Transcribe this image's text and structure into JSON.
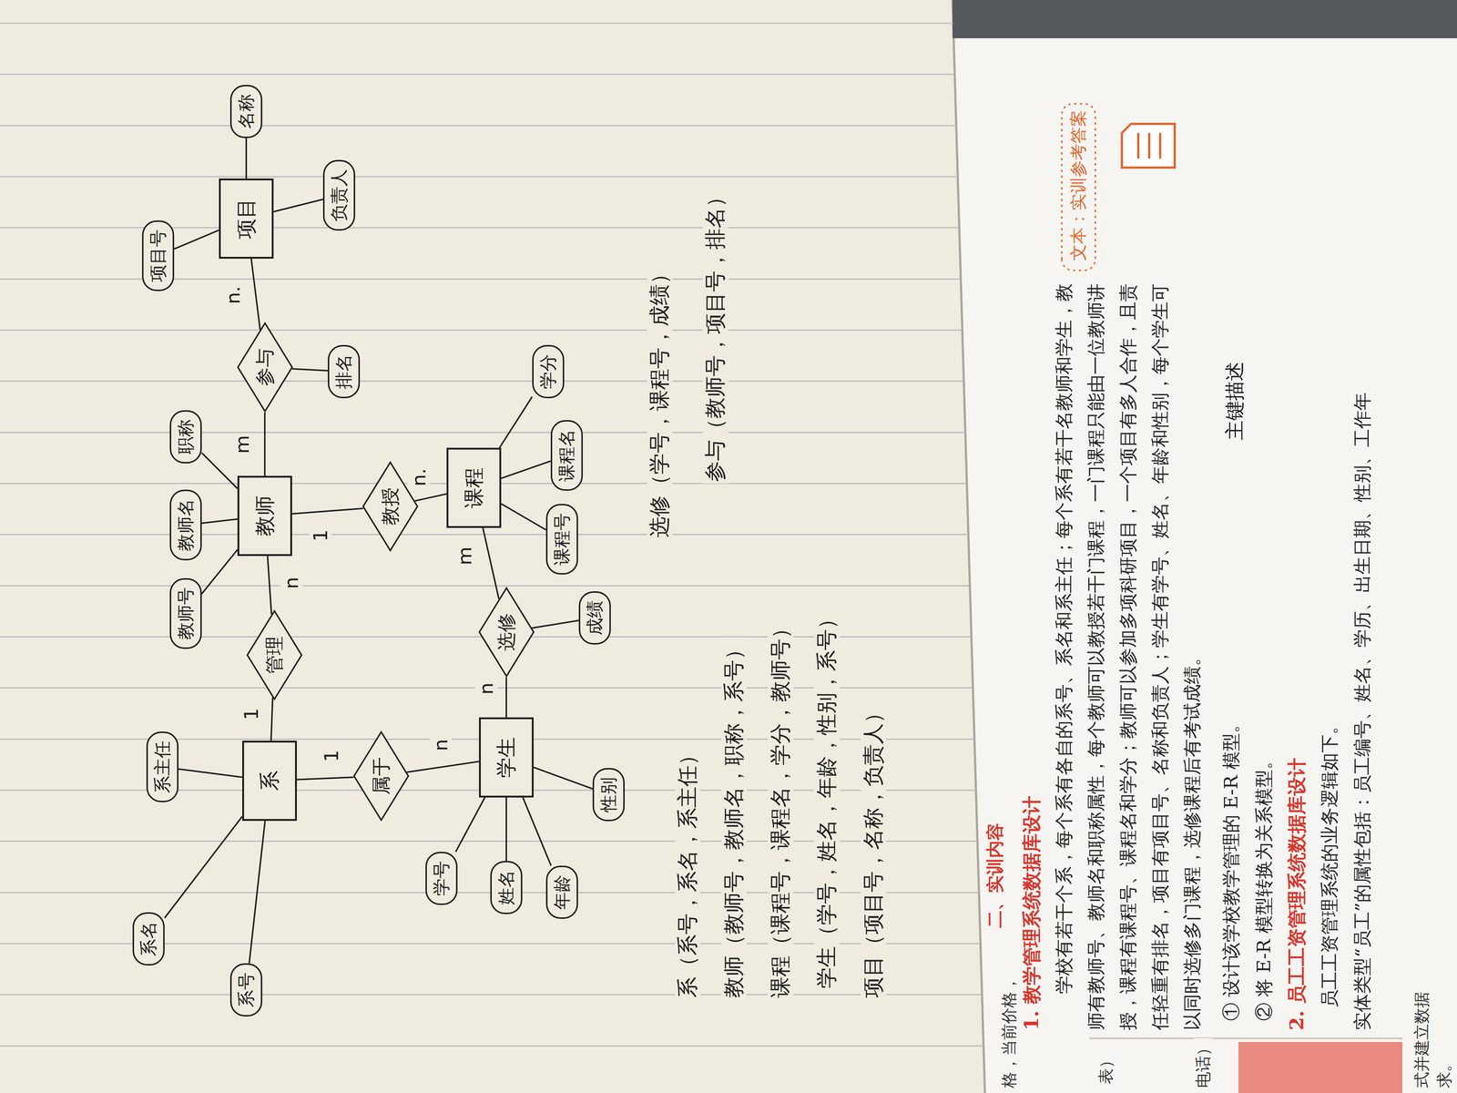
{
  "diagram": {
    "nodes": [
      {
        "text": [
          "系"
        ]
      },
      {
        "text": [
          "系号"
        ]
      },
      {
        "text": [
          "系名"
        ]
      },
      {
        "text": [
          "系主任"
        ]
      },
      {
        "text": [
          "属于"
        ]
      },
      {
        "text": [
          "管理"
        ]
      },
      {
        "text": [
          "学生"
        ]
      },
      {
        "text": [
          "学号"
        ]
      },
      {
        "text": [
          "姓名"
        ]
      },
      {
        "text": [
          "年龄"
        ]
      },
      {
        "text": [
          "性别"
        ]
      },
      {
        "text": [
          "教师"
        ]
      },
      {
        "text": [
          "教师号"
        ]
      },
      {
        "text": [
          "教师名"
        ]
      },
      {
        "text": [
          "职称"
        ]
      },
      {
        "text": [
          "选修"
        ]
      },
      {
        "text": [
          "成绩"
        ]
      },
      {
        "text": [
          "教授"
        ]
      },
      {
        "text": [
          "课程"
        ]
      },
      {
        "text": [
          "课程号"
        ]
      },
      {
        "text": [
          "课程名"
        ]
      },
      {
        "text": [
          "学分"
        ]
      },
      {
        "text": [
          "参与"
        ]
      },
      {
        "text": [
          "排名"
        ]
      },
      {
        "text": [
          "项目"
        ]
      },
      {
        "text": [
          "项目号"
        ]
      },
      {
        "text": [
          "负责人"
        ]
      },
      {
        "text": [
          "名称"
        ]
      }
    ],
    "edges": [
      {
        "from": 0,
        "to": 1,
        "arrow": "none"
      },
      {
        "from": 0,
        "to": 2,
        "arrow": "none"
      },
      {
        "from": 0,
        "to": 3,
        "arrow": "none"
      },
      {
        "from": 0,
        "to": 4,
        "arrow": "none"
      },
      {
        "from": 4,
        "to": 6,
        "arrow": "none"
      },
      {
        "from": 0,
        "to": 5,
        "arrow": "none"
      },
      {
        "from": 5,
        "to": 11,
        "arrow": "none"
      },
      {
        "from": 6,
        "to": 7,
        "arrow": "none"
      },
      {
        "from": 6,
        "to": 8,
        "arrow": "none"
      },
      {
        "from": 6,
        "to": 9,
        "arrow": "none"
      },
      {
        "from": 6,
        "to": 10,
        "arrow": "none"
      },
      {
        "from": 11,
        "to": 12,
        "arrow": "none"
      },
      {
        "from": 11,
        "to": 13,
        "arrow": "none"
      },
      {
        "from": 11,
        "to": 14,
        "arrow": "none"
      },
      {
        "from": 6,
        "to": 15,
        "arrow": "none"
      },
      {
        "from": 15,
        "to": 18,
        "arrow": "none"
      },
      {
        "from": 15,
        "to": 16,
        "arrow": "none"
      },
      {
        "from": 11,
        "to": 17,
        "arrow": "none"
      },
      {
        "from": 17,
        "to": 18,
        "arrow": "none"
      },
      {
        "from": 18,
        "to": 19,
        "arrow": "none"
      },
      {
        "from": 18,
        "to": 20,
        "arrow": "none"
      },
      {
        "from": 18,
        "to": 21,
        "arrow": "none"
      },
      {
        "from": 11,
        "to": 22,
        "arrow": "none"
      },
      {
        "from": 22,
        "to": 24,
        "arrow": "none"
      },
      {
        "from": 22,
        "to": 23,
        "arrow": "none"
      },
      {
        "from": 24,
        "to": 25,
        "arrow": "none"
      },
      {
        "from": 24,
        "to": 26,
        "arrow": "none"
      },
      {
        "from": 24,
        "to": 27,
        "arrow": "none"
      }
    ],
    "labels": [
      "1",
      "n",
      "1",
      "n",
      "n",
      "m",
      "1",
      "n.",
      "m",
      "n.",
      "系（系号，系名，系主任）",
      "教师（教师号，教师名，职称，系号）",
      "课程（课程号，课程名，学分，教师号）",
      "学生（学号，姓名，年龄，性别，系号）",
      "项目（项目号，名称，负责人）",
      "选修（学号，课程号，成绩）",
      "参与（教师号，项目号，排名）",
      "二、实训内容",
      "1. 教学管理系统数据库设计",
      "学校有若干个系，每个系有各自的系号、系名和系主任；每个系有若干名教师和学生，教师有教师号、教师名和职称属性，每个教师可以教授若干门课程，一门课程只能由一位教师讲授，课程有课程号、课程名和学分；教师可以参加多项科研项目，一个项目有多人合作，且责任轻重有排名，项目有项目号、名称和负责人；学生有学号、姓名、年龄和性别，每个学生可以同时选修多门课程，选修课程后有考试成绩。",
      "① 设计该学校教学管理的 E-R 模型。",
      "② 将 E-R 模型转换为关系模型。",
      "2. 员工工资管理系统数据库设计",
      "员工工资管理系统的业务逻辑如下。",
      "实体类型“员工”的属性包括：员工编号、姓名、学历、出生日期、性别、工作年",
      "文本：实训参考答案",
      "主键描述",
      "格，当前价格，",
      "表）",
      "电话）",
      "式并建立数据",
      "求。"
    ]
  }
}
